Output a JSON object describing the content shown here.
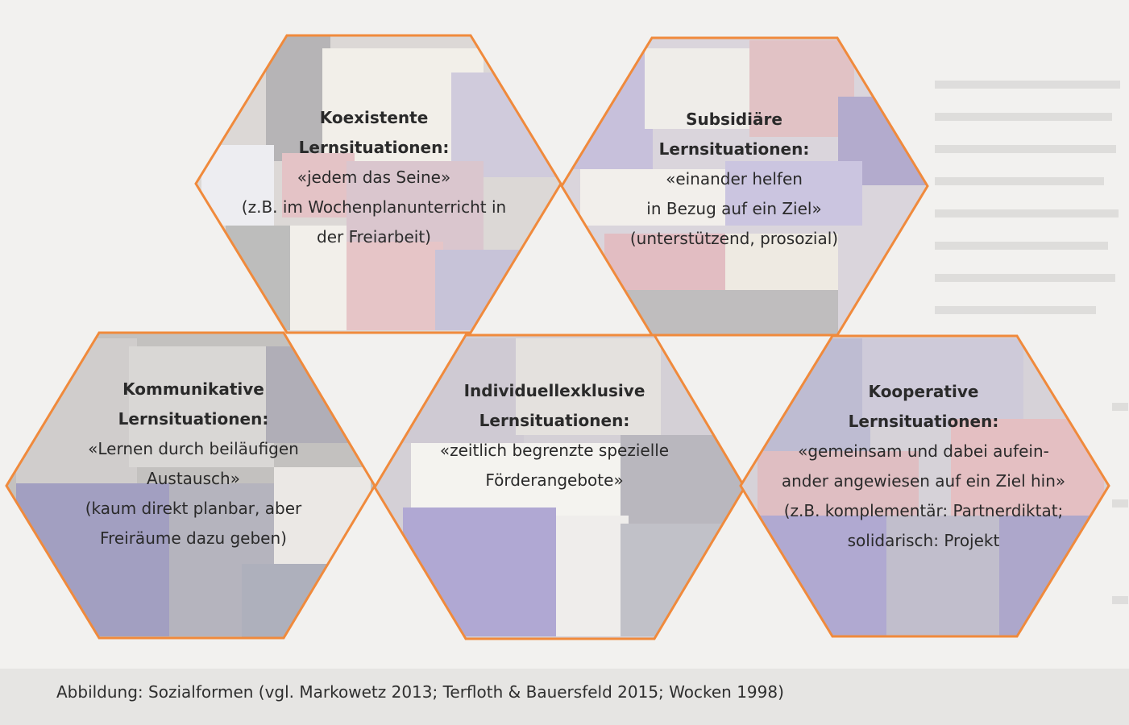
{
  "hexagons": [
    {
      "id": "koexistente",
      "title": [
        "Koexistente",
        "Lernsituationen:"
      ],
      "body": [
        "«jedem das Seine»",
        "(z.B. im Wochenplanunterricht in",
        "der Freiarbeit)"
      ]
    },
    {
      "id": "subsidiaere",
      "title": [
        "Subsidiäre",
        "Lernsituationen:"
      ],
      "body": [
        "«einander helfen",
        "in Bezug auf ein Ziel»",
        "(unterstützend, prosozial)"
      ]
    },
    {
      "id": "kommunikative",
      "title": [
        "Kommunikative",
        "Lernsituationen:"
      ],
      "body": [
        "«Lernen durch beiläufigen",
        "Austausch»",
        "(kaum direkt planbar, aber",
        "Freiräume dazu geben)"
      ]
    },
    {
      "id": "individuellexklusive",
      "title": [
        "Individuellexklusive",
        "Lernsituationen:"
      ],
      "body": [
        "«zeitlich begrenzte spezielle",
        "Förderangebote»"
      ]
    },
    {
      "id": "kooperative",
      "title": [
        "Kooperative",
        "Lernsituationen:"
      ],
      "body": [
        "«gemeinsam und dabei aufein-",
        "ander angewiesen auf ein Ziel hin»",
        "(z.B. komplementär: Partnerdiktat;",
        "solidarisch: Projekt"
      ]
    }
  ],
  "caption": "Abbildung: Sozialformen (vgl. Markowetz 2013; Terfloth & Bauersfeld 2015; Wocken 1998)",
  "colors": {
    "hex_border": "#f08a3c",
    "text": "#2a2a2a"
  }
}
